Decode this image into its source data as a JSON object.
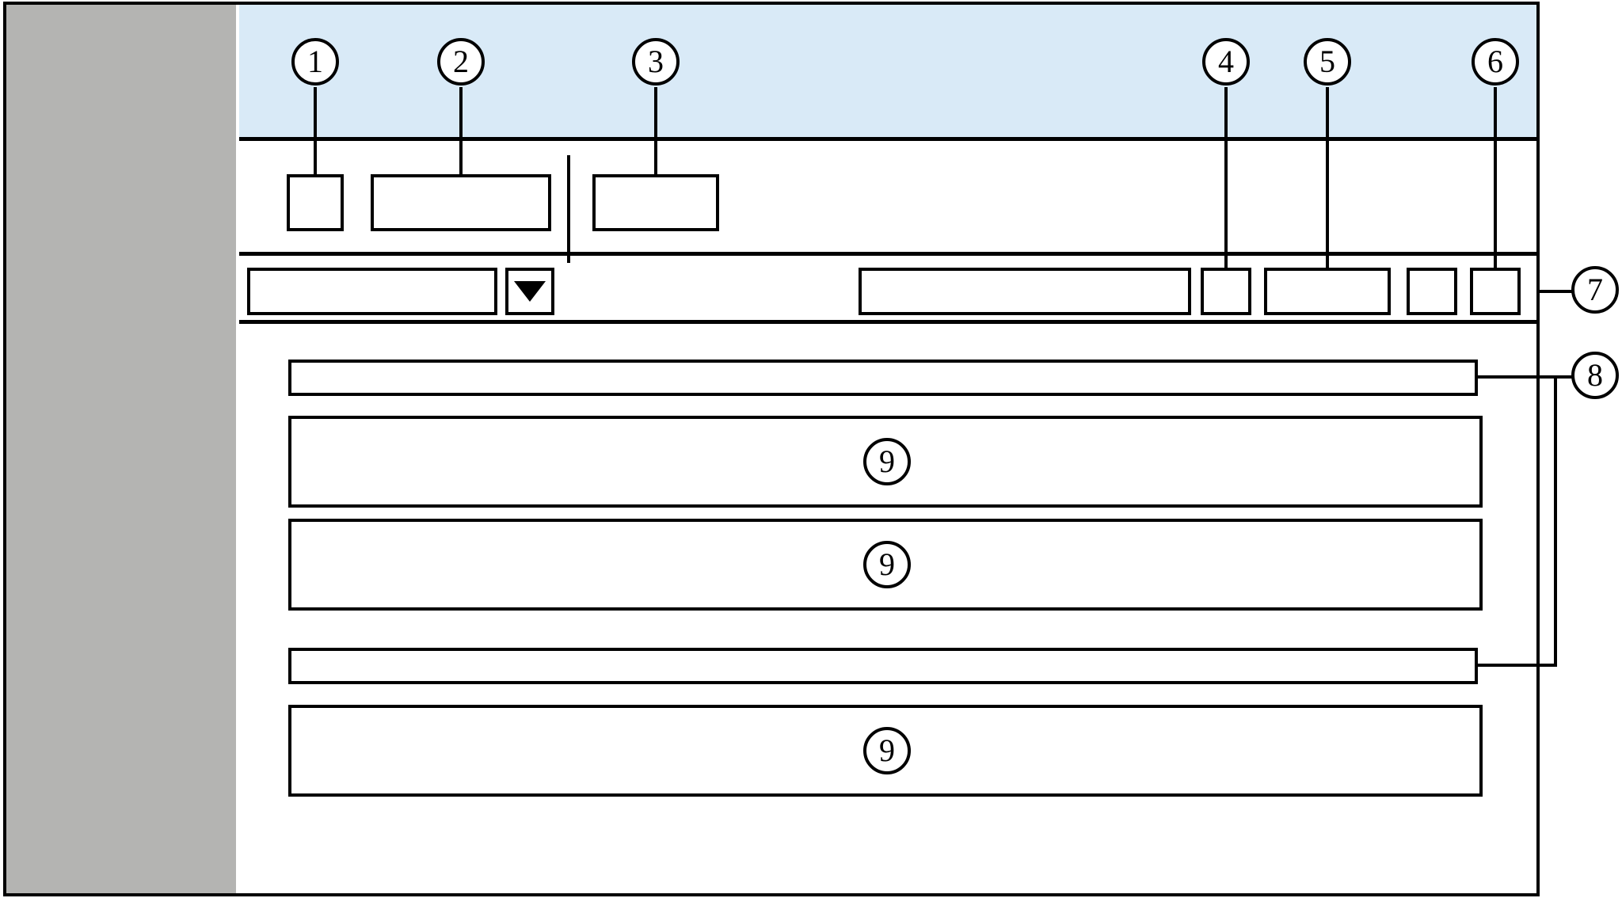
{
  "diagram": {
    "title": "Annotated application screen wireframe",
    "type": "ui-callout-wireframe",
    "colors": {
      "banner": "#d9eaf7",
      "sidebar": "#b4b4b2",
      "stroke": "#000000",
      "surface": "#ffffff"
    }
  },
  "regions": {
    "sidebar": {
      "name": "navigation-sidebar",
      "label": ""
    },
    "banner": {
      "name": "page-banner",
      "label": ""
    },
    "action_bar": {
      "name": "action-bar",
      "label": ""
    },
    "filter_bar": {
      "name": "filter-toolbar",
      "label": ""
    },
    "list_area": {
      "name": "content-list",
      "label": ""
    }
  },
  "action_bar": {
    "buttons": [
      {
        "name": "icon-button",
        "label": ""
      },
      {
        "name": "primary-button",
        "label": ""
      },
      {
        "name": "secondary-button",
        "label": ""
      }
    ],
    "divider": {
      "name": "vertical-divider",
      "label": ""
    }
  },
  "filter_bar": {
    "select_value": "",
    "select_placeholder": "",
    "caret_icon": "chevron-down-icon",
    "search_value": "",
    "search_placeholder": "",
    "trailing_buttons": [
      {
        "name": "toolbar-icon-button-1",
        "label": ""
      },
      {
        "name": "toolbar-wide-button",
        "label": ""
      },
      {
        "name": "toolbar-icon-button-2",
        "label": ""
      },
      {
        "name": "toolbar-icon-button-3",
        "label": ""
      }
    ]
  },
  "list": {
    "rows": [
      {
        "kind": "group-header",
        "name": "group-header-bar",
        "label": ""
      },
      {
        "kind": "item",
        "name": "list-item-card",
        "label": "9"
      },
      {
        "kind": "item",
        "name": "list-item-card",
        "label": "9"
      },
      {
        "kind": "group-header",
        "name": "group-header-bar",
        "label": ""
      },
      {
        "kind": "item",
        "name": "list-item-card",
        "label": "9"
      }
    ]
  },
  "callouts": [
    {
      "id": "1",
      "label": "1",
      "target": "action-bar-icon-button"
    },
    {
      "id": "2",
      "label": "2",
      "target": "action-bar-primary-button"
    },
    {
      "id": "3",
      "label": "3",
      "target": "action-bar-secondary-button"
    },
    {
      "id": "4",
      "label": "4",
      "target": "toolbar-icon-button-1"
    },
    {
      "id": "5",
      "label": "5",
      "target": "toolbar-wide-button"
    },
    {
      "id": "6",
      "label": "6",
      "target": "toolbar-icon-button-3"
    },
    {
      "id": "7",
      "label": "7",
      "target": "filter-toolbar"
    },
    {
      "id": "8",
      "label": "8",
      "target": "group-header-bars"
    },
    {
      "id": "9a",
      "label": "9",
      "target": "list-item-card-1"
    },
    {
      "id": "9b",
      "label": "9",
      "target": "list-item-card-2"
    },
    {
      "id": "9c",
      "label": "9",
      "target": "list-item-card-3"
    }
  ]
}
